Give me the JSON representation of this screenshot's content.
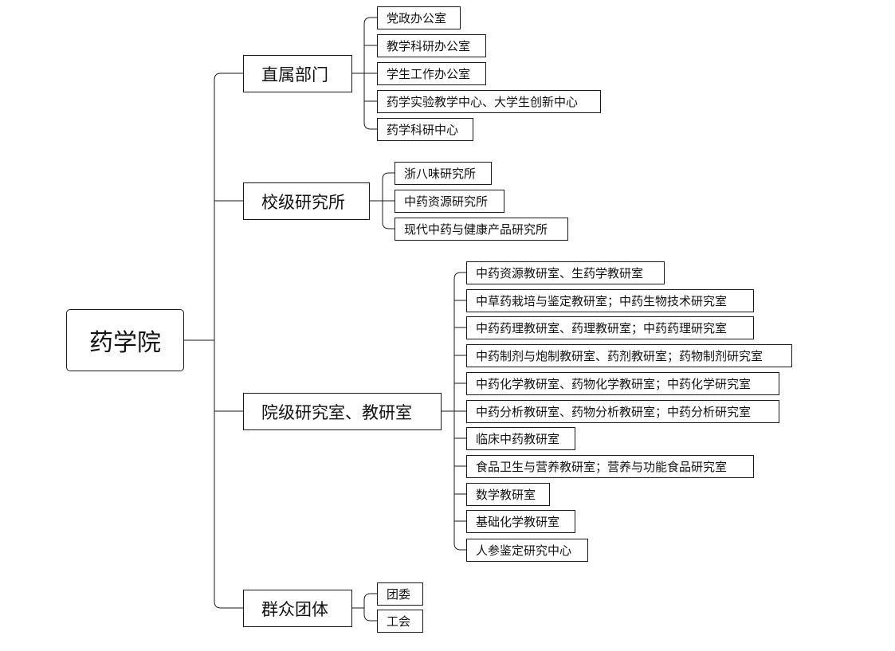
{
  "diagram": {
    "root": {
      "label": "药学院"
    },
    "categories": [
      {
        "label": "直属部门",
        "items": [
          "党政办公室",
          "教学科研办公室",
          "学生工作办公室",
          "药学实验教学中心、大学生创新中心",
          "药学科研中心"
        ]
      },
      {
        "label": "校级研究所",
        "items": [
          "浙八味研究所",
          "中药资源研究所",
          "现代中药与健康产品研究所"
        ]
      },
      {
        "label": "院级研究室、教研室",
        "items": [
          "中药资源教研室、生药学教研室",
          "中草药栽培与鉴定教研室；中药生物技术研究室",
          "中药药理教研室、药理教研室；中药药理研究室",
          "中药制剂与炮制教研室、药剂教研室；药物制剂研究室",
          "中药化学教研室、药物化学教研室；中药化学研究室",
          "中药分析教研室、药物分析教研室；中药分析研究室",
          "临床中药教研室",
          "食品卫生与营养教研室；营养与功能食品研究室",
          "数学教研室",
          "基础化学教研室",
          "人参鉴定研究中心"
        ]
      },
      {
        "label": "群众团体",
        "items": [
          "团委",
          "工会"
        ]
      }
    ]
  }
}
